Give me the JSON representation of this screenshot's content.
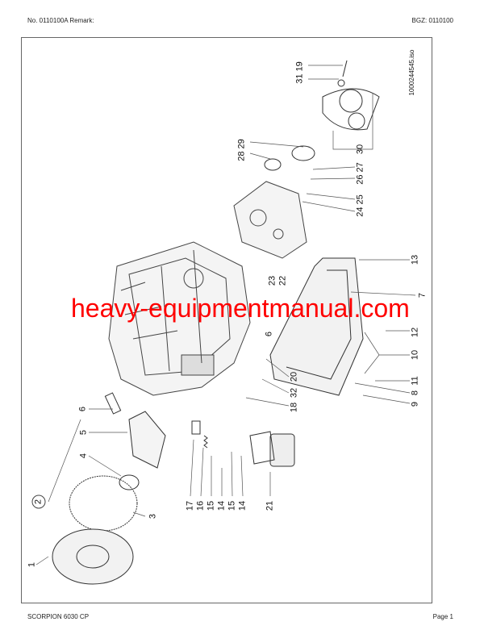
{
  "header": {
    "left": "No. 0110100A   Remark:",
    "right": "BGZ: 0110100"
  },
  "footer": {
    "left": "SCORPION 6030 CP",
    "right": "Page 1"
  },
  "drawing": {
    "file_id": "1000244545.iso",
    "callouts": [
      "31 19",
      "28 29",
      "30",
      "26 27",
      "24 25",
      "13",
      "23",
      "22",
      "6",
      "7",
      "12",
      "10",
      "11",
      "8",
      "9",
      "20",
      "32",
      "18",
      "6",
      "5",
      "4",
      "2",
      "3",
      "17",
      "16",
      "15",
      "14",
      "15",
      "14",
      "21",
      "1"
    ]
  },
  "watermark": "heavy-equipmentmanual.com"
}
